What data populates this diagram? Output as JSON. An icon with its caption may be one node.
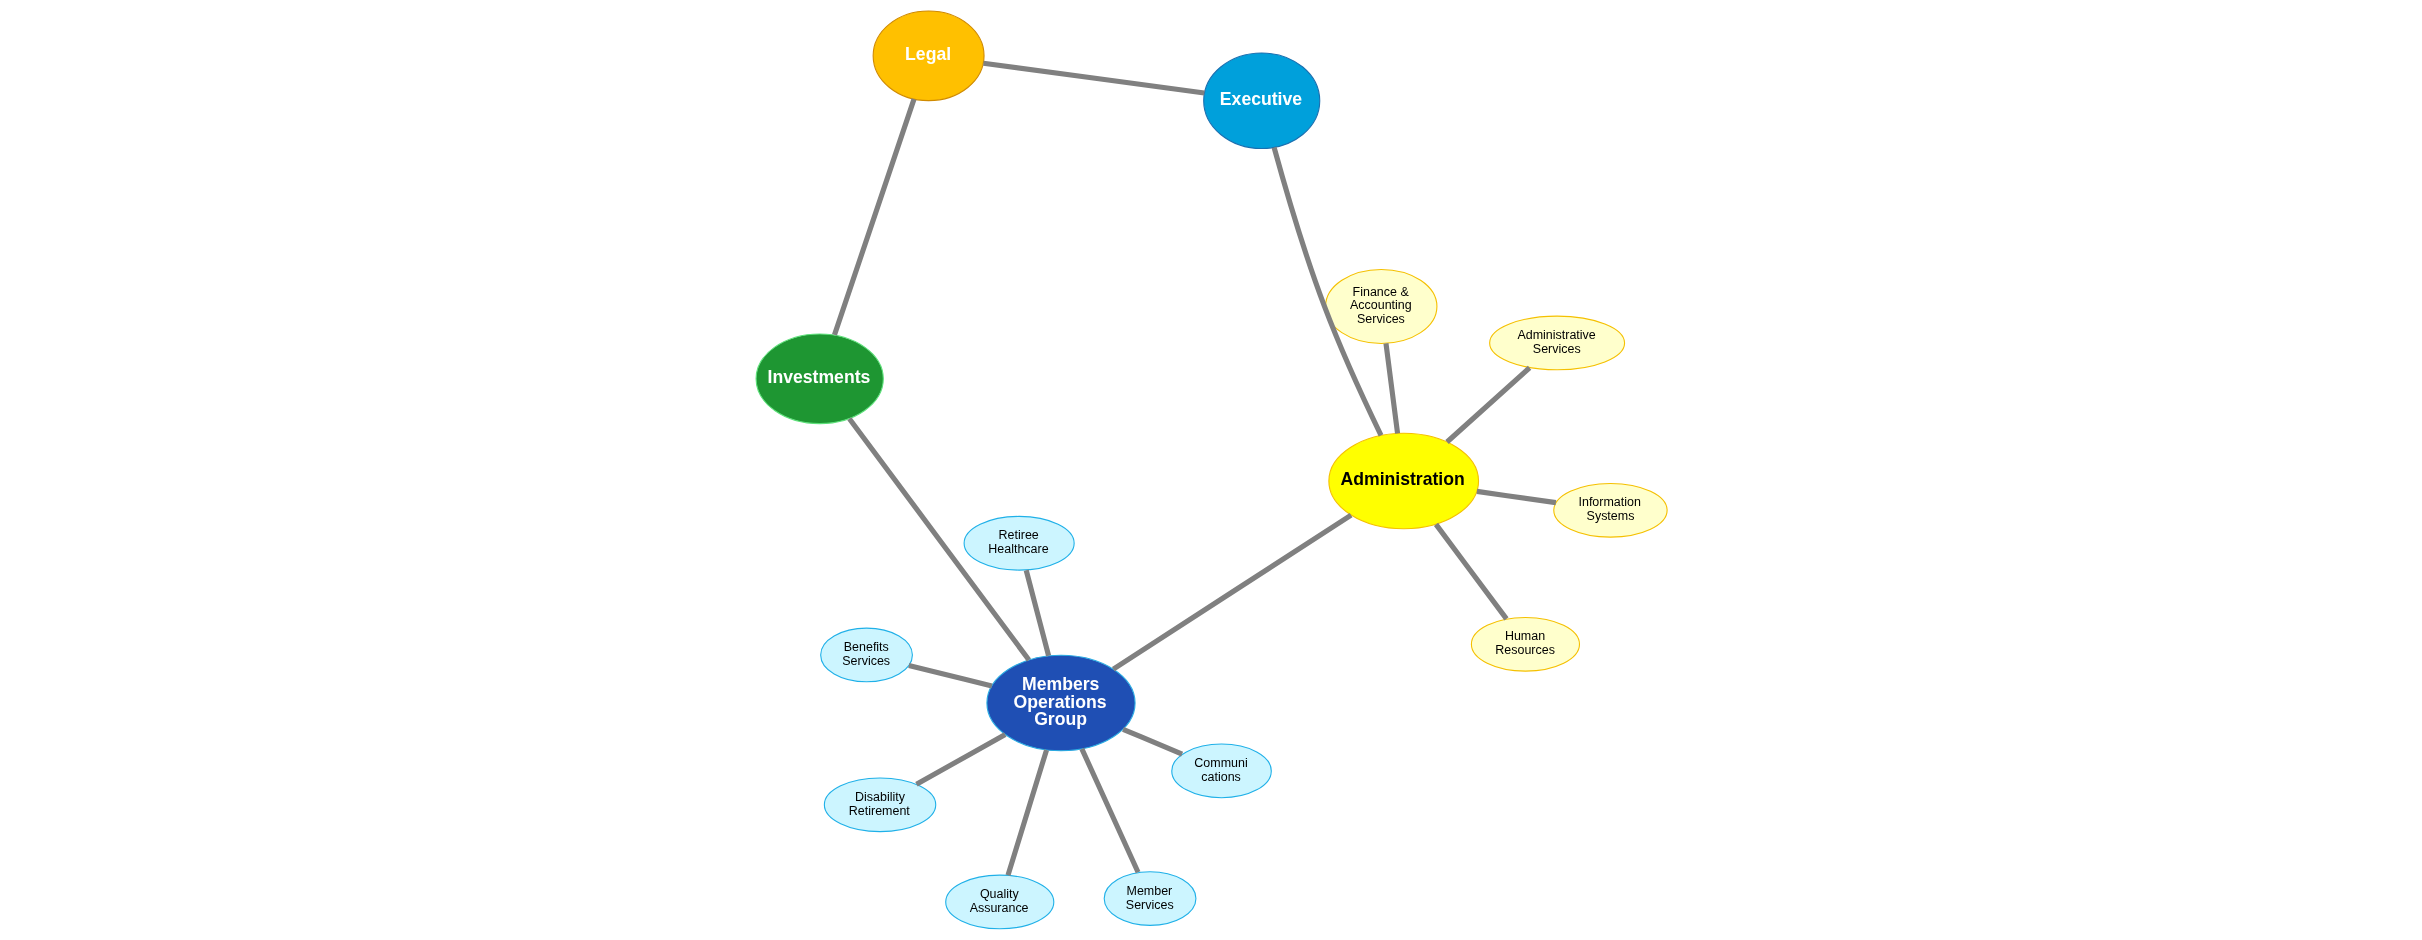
{
  "diagram": {
    "nodes": [
      {
        "text": [
          "Administration"
        ]
      },
      {
        "text": [
          "Information Systems"
        ]
      },
      {
        "text": [
          "Human Resources"
        ]
      },
      {
        "text": [
          "Finance & Accounting Services"
        ]
      },
      {
        "text": [
          "Administrative Services"
        ]
      },
      {
        "text": [
          "Members Operations Group"
        ]
      },
      {
        "text": [
          "Benefits Services"
        ]
      },
      {
        "text": [
          "Communi cations"
        ]
      },
      {
        "text": [
          "Disability Retirement"
        ]
      },
      {
        "text": [
          "Member Services"
        ]
      },
      {
        "text": [
          "Quality Assurance"
        ]
      },
      {
        "text": [
          "Retiree Healthcare"
        ]
      },
      {
        "text": [
          "Executive"
        ]
      },
      {
        "text": [
          "Legal"
        ]
      },
      {
        "text": [
          "Investments"
        ]
      }
    ],
    "edges": [
      {
        "from": 0,
        "to": 1,
        "arrow": "none"
      },
      {
        "from": 0,
        "to": 2,
        "arrow": "none"
      },
      {
        "from": 0,
        "to": 3,
        "arrow": "none"
      },
      {
        "from": 0,
        "to": 4,
        "arrow": "none"
      },
      {
        "from": 0,
        "to": 5,
        "arrow": "none"
      },
      {
        "from": 0,
        "to": 12,
        "arrow": "none"
      },
      {
        "from": 5,
        "to": 6,
        "arrow": "none"
      },
      {
        "from": 5,
        "to": 7,
        "arrow": "none"
      },
      {
        "from": 5,
        "to": 8,
        "arrow": "none"
      },
      {
        "from": 5,
        "to": 9,
        "arrow": "none"
      },
      {
        "from": 5,
        "to": 10,
        "arrow": "none"
      },
      {
        "from": 5,
        "to": 11,
        "arrow": "none"
      },
      {
        "from": 5,
        "to": 14,
        "arrow": "none"
      },
      {
        "from": 14,
        "to": 13,
        "arrow": "none"
      },
      {
        "from": 13,
        "to": 12,
        "arrow": "none"
      }
    ]
  }
}
